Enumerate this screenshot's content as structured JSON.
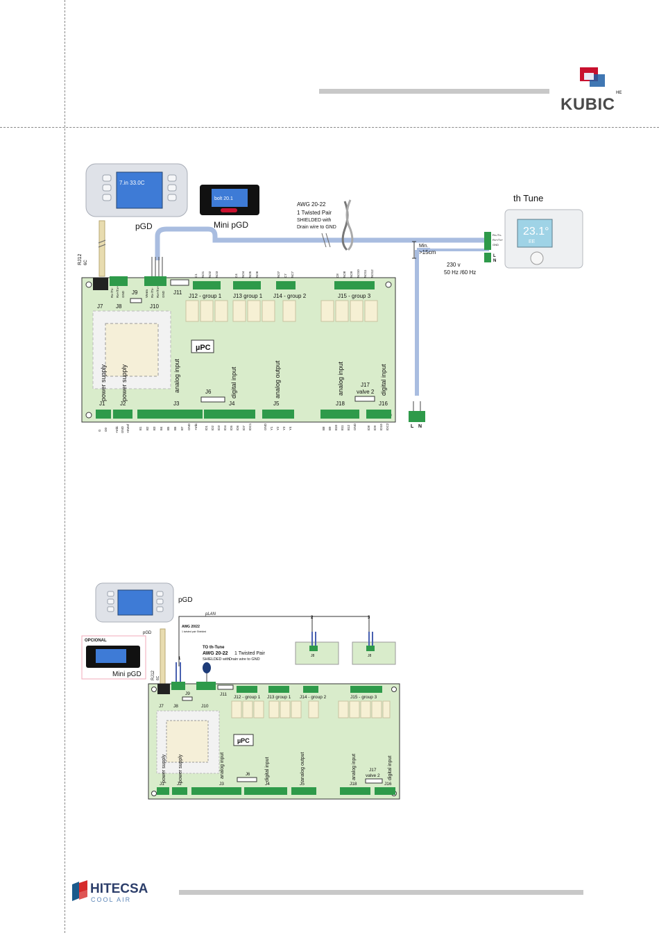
{
  "header": {
    "logo_text": "KUBIC",
    "logo_sub": "HE"
  },
  "footer": {
    "logo_text": "HITECSA",
    "tagline": "COOL AIR"
  },
  "colors": {
    "board": "#d9eccb",
    "terminal": "#2e9a4a",
    "cable": "#a9bde0",
    "brand_blue": "#1b5a8c",
    "brand_red": "#d62a2a"
  },
  "diagram1": {
    "pgd_label": "pGD",
    "mini_pgd_label": "Mini pGD",
    "th_tune_label": "th Tune",
    "pgd_screen_text": "7.in  33.0C",
    "mini_screen_text": "bolt  20.1",
    "thtune_screen_main": "23.1°",
    "thtune_screen_sub": "EE",
    "cable_lines": [
      "AWG 20-22",
      "1 Twisted Pair",
      "SHIELDED  with",
      "Drain wire to GND"
    ],
    "rj12": "RJ12",
    "rj12_sub": "6C",
    "min_label": "Min.",
    "min_value": ">15cm",
    "power_label": "230 v",
    "freq_label": "50 Hz /60 Hz",
    "upc": "µPC",
    "L": "L",
    "N": "N",
    "thtune_terms": [
      "Rx-/Tx-",
      "Rx+/Tx+",
      "GND",
      "L",
      "N"
    ],
    "top_connectors": [
      "J7",
      "J8",
      "J9",
      "J10",
      "J11",
      "J12 - group 1",
      "J13  group 1",
      "J14 - group 2",
      "J15 - group 3"
    ],
    "bottom_connectors": [
      "J1",
      "J2",
      "J3",
      "J4",
      "J5",
      "J18",
      "J16"
    ],
    "side_labels": [
      "power supply",
      "power supply",
      "analog input",
      "digital input",
      "analog output",
      "analog input",
      "digital input"
    ],
    "j6": "J6",
    "j17": "J17",
    "j17_sub": "valve 2",
    "top_pins_a": [
      "C1",
      "NO1",
      "NO2",
      "NO3"
    ],
    "top_pins_b": [
      "C4",
      "NO4",
      "NO5",
      "NO6"
    ],
    "top_pins_c": [
      "NO7",
      "C7",
      "NC7"
    ],
    "top_pins_d": [
      "C8",
      "NO8",
      "NO9",
      "NO10",
      "NO11",
      "NO12"
    ],
    "j8_pins": [
      "Rx-/Tx-",
      "Rx+/Tx+",
      "GND"
    ],
    "j10_pins": [
      "Vterm",
      "Rx-/Tx-",
      "Rx+/Tx+",
      "GND"
    ],
    "bottom_pins_j1": [
      "G",
      "G0"
    ],
    "bottom_pins_j2": [
      "+Vdc",
      "GND",
      "+5Vref"
    ],
    "bottom_pins_j3": [
      "B1",
      "B2",
      "B3",
      "B4",
      "B5",
      "B6",
      "B7",
      "GND",
      "+Vdc"
    ],
    "bottom_pins_j4": [
      "ID1",
      "ID2",
      "ID3",
      "ID4",
      "ID5",
      "ID6",
      "ID7",
      "IDC1"
    ],
    "bottom_pins_j5": [
      "GND",
      "Y1",
      "Y2",
      "Y3",
      "Y4"
    ],
    "bottom_pins_j18": [
      "B8",
      "B9",
      "B10",
      "B11",
      "B12",
      "GND"
    ],
    "bottom_pins_j16": [
      "ID8",
      "ID9",
      "ID10",
      "IDC2"
    ]
  },
  "diagram2": {
    "pgd_label": "pGD",
    "pgd_small": "pGD",
    "opcional": "OPCIONAL",
    "mini_pgd_label": "Mini pGD",
    "plan": "pLAN",
    "awg_top": "AWG 20/22",
    "awg_top_sub": "1 twisted pair Shielded",
    "to_thtune": "TO th-Tune",
    "cable_lines": [
      "AWG 20-22",
      "1 Twisted Pair",
      "SHIELDED  with",
      "Drain wire to GND"
    ],
    "node1": "1",
    "node2": "2",
    "node3": "3",
    "j8": "J8",
    "rj12": "RJ12",
    "rj12_sub": "6C",
    "upc": "µPC",
    "top_connectors": [
      "J7",
      "J8",
      "J9",
      "J10",
      "J11",
      "J12 - group 1",
      "J13  group 1",
      "J14 - group 2",
      "J15 - group 3"
    ],
    "bottom_connectors": [
      "J1",
      "J2",
      "J3",
      "J4",
      "J5",
      "J18",
      "J16"
    ],
    "side_labels": [
      "power supply",
      "power supply",
      "analog input",
      "digital input",
      "analog output",
      "analog input",
      "digital input"
    ],
    "j6": "J6",
    "j17": "J17",
    "j17_sub": "valve 2"
  }
}
